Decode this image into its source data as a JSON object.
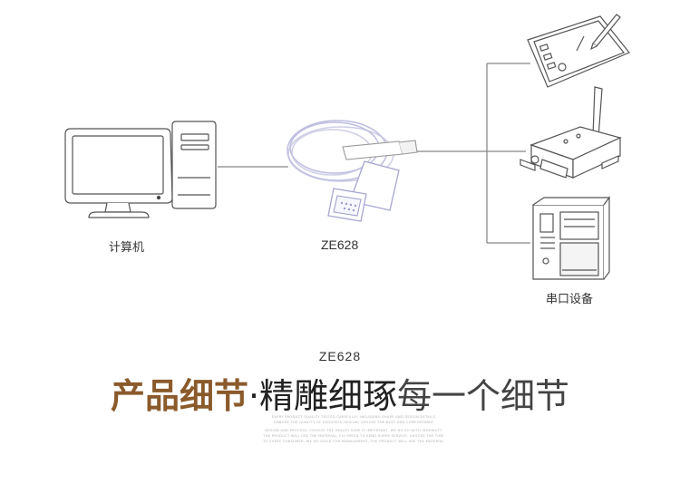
{
  "labels": {
    "computer": "计算机",
    "cable": "ZE628",
    "serial_devices": "串口设备"
  },
  "footer": {
    "model": "ZE628",
    "headline_part1": "产品细节",
    "headline_part2": "·精雕细琢",
    "headline_part3": "每一个细节",
    "fine_print": [
      "EVERY PRODUCT QUALITY TESTED CAREFULLY, INCLUDING SHAPE AND DESIGN DETAILS",
      "EMBODY THE QUALITY OF EXQUISITE DESIGN, CHOOSE THE BEST AND COMFORTABLE",
      "DESIGN AND PROCESS, CHOOSE THE HEALTH SURE IS IMPORTANT, WE DO SO WITH INGENUITY",
      "THE PRODUCT WILL USE THE MATERIAL, FLY SPEED TO SEND SUPER SERVICE, CHOOSE THE TIME",
      "TO EVERY CONSUMER, WE DO GOOD FOR MANAGEMENT, THE PRODUCT WILL USE THE MATERIAL"
    ]
  },
  "colors": {
    "line_art": "#555555",
    "connector": "#888888",
    "cable_tint": "#c9c9ee",
    "headline_accent": "#8b5a2b"
  },
  "icons": [
    "computer-icon",
    "usb-serial-cable-icon",
    "graphics-tablet-icon",
    "serial-modem-icon",
    "label-printer-icon"
  ]
}
